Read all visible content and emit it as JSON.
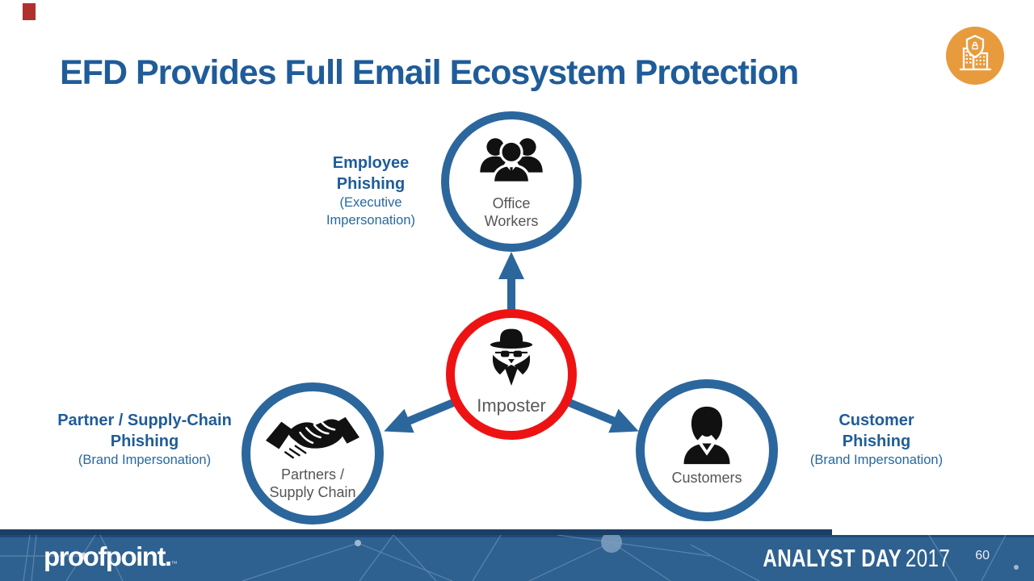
{
  "slide": {
    "title": "EFD Provides Full Email Ecosystem Protection",
    "colors": {
      "title_blue": "#1F5C99",
      "ring_blue": "#2B679D",
      "ring_red": "#EE1313",
      "arrow_blue": "#2B679D",
      "footer_blue": "#2E6190",
      "brand_orange": "#E89B3D",
      "red_mark": "#B03030",
      "node_text_gray": "#555555"
    },
    "icons": {
      "brand": "building-shield-icon",
      "office": "office-workers-icon",
      "imposter": "spy-icon",
      "partners": "handshake-icon",
      "customers": "businesswoman-icon"
    }
  },
  "diagram": {
    "center": {
      "label": "Imposter"
    },
    "nodes": [
      {
        "id": "office-workers",
        "label_lines": [
          "Office",
          "Workers"
        ]
      },
      {
        "id": "partners-supply-chain",
        "label_lines": [
          "Partners /",
          "Supply Chain"
        ]
      },
      {
        "id": "customers",
        "label_lines": [
          "Customers"
        ]
      }
    ],
    "callouts": [
      {
        "id": "employee-phishing",
        "bold_lines": [
          "Employee",
          "Phishing"
        ],
        "sub_lines": [
          "(Executive",
          "Impersonation)"
        ]
      },
      {
        "id": "partner-phishing",
        "bold_lines": [
          "Partner / Supply-Chain",
          "Phishing"
        ],
        "sub_lines": [
          "(Brand Impersonation)"
        ]
      },
      {
        "id": "customer-phishing",
        "bold_lines": [
          "Customer",
          "Phishing"
        ],
        "sub_lines": [
          "(Brand Impersonation)"
        ]
      }
    ]
  },
  "footer": {
    "logo_text": "proofpoint.",
    "logo_tm": "™",
    "event_bold": "ANALYST DAY",
    "event_year": "2017",
    "page_number": "60"
  }
}
